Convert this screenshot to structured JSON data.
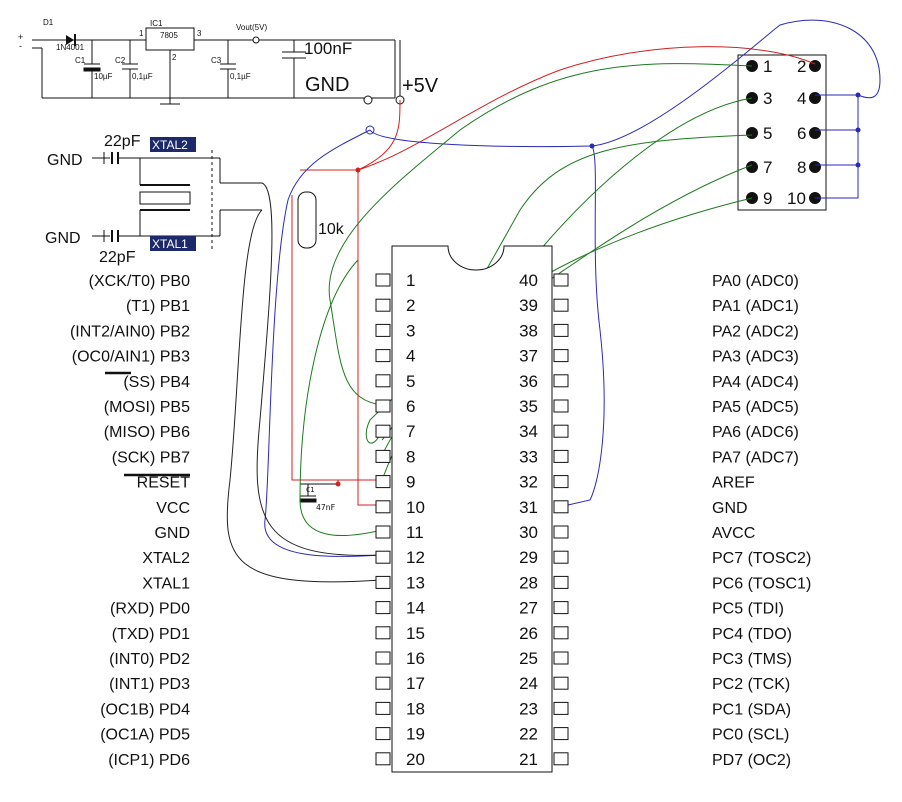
{
  "regulator": {
    "d1_ref": "D1",
    "d1_part": "1N4001",
    "ic1_ref": "IC1",
    "ic1_part": "7805",
    "vout": "Vout(5V)",
    "pin1": "1",
    "pin2": "2",
    "pin3": "3",
    "c1": "C1",
    "c1_val": "10µF",
    "c2": "C2",
    "c2_val": "0,1µF",
    "c3": "C3",
    "c3_val": "0,1µF",
    "cap_100n": "100nF",
    "gnd": "GND",
    "plus5v": "+5V",
    "plus_sign": "+",
    "minus_sign": "-"
  },
  "crystal": {
    "cap_top": "22pF",
    "cap_bottom": "22pF",
    "gnd_top": "GND",
    "gnd_bottom": "GND",
    "xtal2": "XTAL2",
    "xtal1": "XTAL1"
  },
  "reset": {
    "resistor": "10k",
    "cap_ref": "C1",
    "cap_val": "47nF"
  },
  "header": {
    "pins": [
      "1",
      "2",
      "3",
      "4",
      "5",
      "6",
      "7",
      "8",
      "9",
      "10"
    ]
  },
  "chip": {
    "left_pins": [
      "1",
      "2",
      "3",
      "4",
      "5",
      "6",
      "7",
      "8",
      "9",
      "10",
      "11",
      "12",
      "13",
      "14",
      "15",
      "16",
      "17",
      "18",
      "19",
      "20"
    ],
    "right_pins": [
      "40",
      "39",
      "38",
      "37",
      "36",
      "35",
      "34",
      "33",
      "32",
      "31",
      "30",
      "29",
      "28",
      "27",
      "26",
      "25",
      "24",
      "23",
      "22",
      "21"
    ],
    "left_labels": [
      "(XCK/T0)  PB0",
      "(T1)  PB1",
      "(INT2/AIN0)  PB2",
      "(OC0/AIN1)  PB3",
      "(SS)  PB4",
      "(MOSI)  PB5",
      "(MISO)  PB6",
      "(SCK)  PB7",
      "RESET",
      "VCC",
      "GND",
      "XTAL2",
      "XTAL1",
      "(RXD)  PD0",
      "(TXD)  PD1",
      "(INT0)  PD2",
      "(INT1)  PD3",
      "(OC1B)  PD4",
      "(OC1A)  PD5",
      "(ICP1)  PD6"
    ],
    "right_labels": [
      "PA0  (ADC0)",
      "PA1  (ADC1)",
      "PA2  (ADC2)",
      "PA3  (ADC3)",
      "PA4  (ADC4)",
      "PA5  (ADC5)",
      "PA6  (ADC6)",
      "PA7  (ADC7)",
      "AREF",
      "GND",
      "AVCC",
      "PC7  (TOSC2)",
      "PC6  (TOSC1)",
      "PC5  (TDI)",
      "PC4  (TDO)",
      "PC3  (TMS)",
      "PC2  (TCK)",
      "PC1  (SDA)",
      "PC0  (SCL)",
      "PD7  (OC2)"
    ]
  },
  "colors": {
    "ink": "#111111",
    "wire_red": "#d42020",
    "wire_blue": "#2a2ab8",
    "wire_green": "#1f7a1f",
    "wire_black": "#222222",
    "label_bg": "#1c2a6b",
    "label_fg": "#ffffff"
  }
}
